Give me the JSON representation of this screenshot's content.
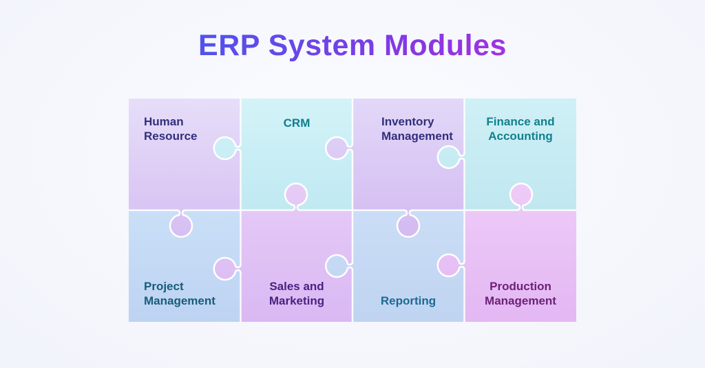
{
  "title": {
    "text": "ERP System Modules",
    "gradient_from": "#3e5cf1",
    "gradient_mid": "#8438e3",
    "gradient_to": "#bc2ddc"
  },
  "modules": [
    {
      "id": "human-resource",
      "label": "Human\nResource",
      "color": "#322e7c",
      "fill_from": "#e6def9",
      "fill_to": "#d6bef2"
    },
    {
      "id": "crm",
      "label": "CRM",
      "color": "#0e7f8d",
      "fill_from": "#d3f3f8",
      "fill_to": "#c0e9f2"
    },
    {
      "id": "inventory-management",
      "label": "Inventory\nManagement",
      "color": "#322e7c",
      "fill_from": "#e2d8f8",
      "fill_to": "#d3baf1"
    },
    {
      "id": "finance-and-accounting",
      "label": "Finance and\nAccounting",
      "color": "#11808e",
      "fill_from": "#cff0f6",
      "fill_to": "#c0e7f0"
    },
    {
      "id": "project-management",
      "label": "Project\nManagement",
      "color": "#175d79",
      "fill_from": "#cadff7",
      "fill_to": "#bdd3f2"
    },
    {
      "id": "sales-and-marketing",
      "label": "Sales and\nMarketing",
      "color": "#4b2180",
      "fill_from": "#e6ccf6",
      "fill_to": "#dab8f3"
    },
    {
      "id": "reporting",
      "label": "Reporting",
      "color": "#1b6a94",
      "fill_from": "#cbddf6",
      "fill_to": "#bfd4f1"
    },
    {
      "id": "production-management",
      "label": "Production\nManagement",
      "color": "#6e2077",
      "fill_from": "#eeccf7",
      "fill_to": "#e3b7f3"
    }
  ],
  "divider_color": "#ffffff"
}
